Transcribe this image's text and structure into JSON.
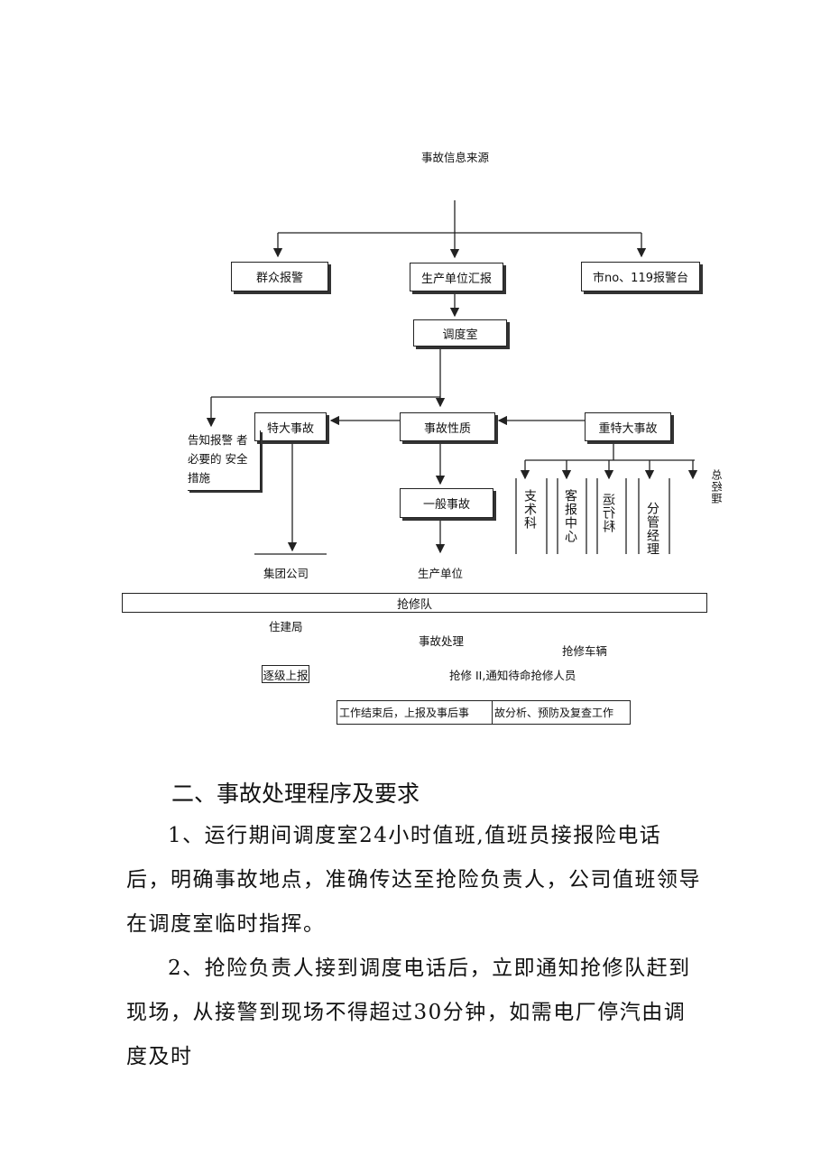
{
  "flowchart": {
    "source": "事故信息来源",
    "public_alarm": "群众报警",
    "production_report": "生产单位汇报",
    "city_119": "市no、119报警台",
    "dispatch_room": "调度室",
    "major_accident": "特大事故",
    "accident_nature": "事故性质",
    "serious_major_accident": "重特大事故",
    "notify_text": "告知报警 者 必要的 安全 措施",
    "general_accident": "一般事故",
    "tech_dept": "支术科",
    "customer_center": "客报中心",
    "ops_dept": "运行科",
    "branch_manager": "分管经理",
    "manager_partial": "总经理",
    "group_company": "集团公司",
    "production_unit": "生产单位",
    "repair_team": "抢修队",
    "housing_bureau": "住建局",
    "accident_handling": "事故处理",
    "repair_vehicle": "抢修车辆",
    "report_up": "逐级上报",
    "repair_notify": "抢修 II,通知待命抢修人员",
    "after_work_left": "工作结束后，上报及事后事",
    "after_work_right": "故分析、预防及复查工作"
  },
  "section": {
    "heading": "二、事故处理程序及要求",
    "para1": "1、运行期间调度室24小时值班,值班员接报险电话后，明确事故地点，准确传达至抢险负责人，公司值班领导在调度室临时指挥。",
    "para2": "2、抢险负责人接到调度电话后，立即通知抢修队赶到现场，从接警到现场不得超过30分钟，如需电厂停汽由调度及时"
  }
}
